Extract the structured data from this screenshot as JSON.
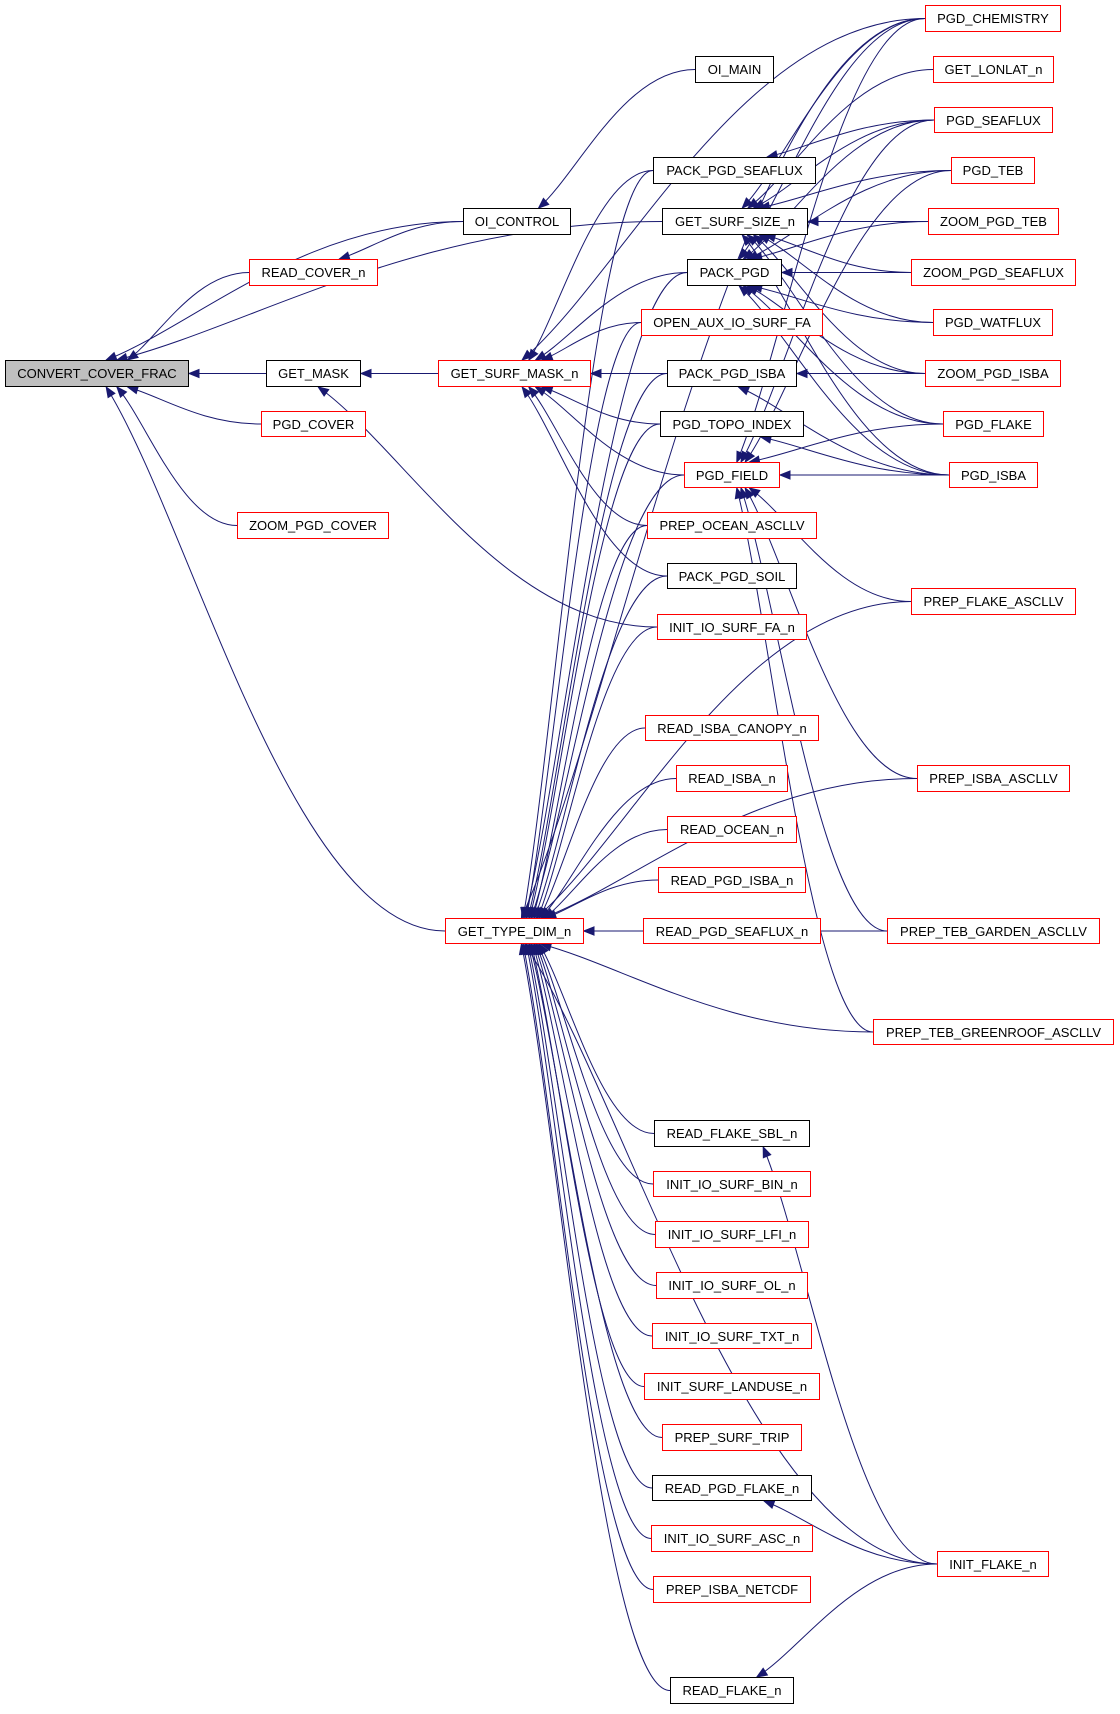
{
  "graph": {
    "title": "Caller graph of CONVERT_COVER_FRAC",
    "root": "convert_cover_frac",
    "colors": {
      "edge": "#191970",
      "root_fill": "#bfbfbf",
      "documented_border": "#000000",
      "undocumented_border": "#ff0000"
    },
    "nodes": {
      "convert_cover_frac": {
        "label": "CONVERT_COVER_FRAC",
        "border": "black"
      },
      "oi_main": {
        "label": "OI_MAIN",
        "border": "black"
      },
      "oi_control": {
        "label": "OI_CONTROL",
        "border": "black"
      },
      "read_cover_n": {
        "label": "READ_COVER_n",
        "border": "red"
      },
      "get_mask": {
        "label": "GET_MASK",
        "border": "black"
      },
      "pgd_cover": {
        "label": "PGD_COVER",
        "border": "red"
      },
      "zoom_pgd_cover": {
        "label": "ZOOM_PGD_COVER",
        "border": "red"
      },
      "get_surf_mask_n": {
        "label": "GET_SURF_MASK_n",
        "border": "red"
      },
      "get_type_dim_n": {
        "label": "GET_TYPE_DIM_n",
        "border": "red"
      },
      "pack_pgd_seaflux": {
        "label": "PACK_PGD_SEAFLUX",
        "border": "black"
      },
      "get_surf_size_n": {
        "label": "GET_SURF_SIZE_n",
        "border": "black"
      },
      "pack_pgd": {
        "label": "PACK_PGD",
        "border": "black"
      },
      "open_aux_io_surf_fa": {
        "label": "OPEN_AUX_IO_SURF_FA",
        "border": "red"
      },
      "pack_pgd_isba": {
        "label": "PACK_PGD_ISBA",
        "border": "black"
      },
      "pgd_topo_index": {
        "label": "PGD_TOPO_INDEX",
        "border": "black"
      },
      "pgd_field": {
        "label": "PGD_FIELD",
        "border": "red"
      },
      "prep_ocean_ascllv": {
        "label": "PREP_OCEAN_ASCLLV",
        "border": "red"
      },
      "pack_pgd_soil": {
        "label": "PACK_PGD_SOIL",
        "border": "black"
      },
      "init_io_surf_fa_n": {
        "label": "INIT_IO_SURF_FA_n",
        "border": "red"
      },
      "read_isba_canopy_n": {
        "label": "READ_ISBA_CANOPY_n",
        "border": "red"
      },
      "read_isba_n": {
        "label": "READ_ISBA_n",
        "border": "red"
      },
      "read_ocean_n": {
        "label": "READ_OCEAN_n",
        "border": "red"
      },
      "read_pgd_isba_n": {
        "label": "READ_PGD_ISBA_n",
        "border": "red"
      },
      "read_pgd_seaflux_n": {
        "label": "READ_PGD_SEAFLUX_n",
        "border": "red"
      },
      "read_flake_sbl_n": {
        "label": "READ_FLAKE_SBL_n",
        "border": "black"
      },
      "init_io_surf_bin_n": {
        "label": "INIT_IO_SURF_BIN_n",
        "border": "red"
      },
      "init_io_surf_lfi_n": {
        "label": "INIT_IO_SURF_LFI_n",
        "border": "red"
      },
      "init_io_surf_ol_n": {
        "label": "INIT_IO_SURF_OL_n",
        "border": "red"
      },
      "init_io_surf_txt_n": {
        "label": "INIT_IO_SURF_TXT_n",
        "border": "red"
      },
      "init_surf_landuse_n": {
        "label": "INIT_SURF_LANDUSE_n",
        "border": "red"
      },
      "prep_surf_trip": {
        "label": "PREP_SURF_TRIP",
        "border": "red"
      },
      "read_pgd_flake_n": {
        "label": "READ_PGD_FLAKE_n",
        "border": "black"
      },
      "init_io_surf_asc_n": {
        "label": "INIT_IO_SURF_ASC_n",
        "border": "red"
      },
      "prep_isba_netcdf": {
        "label": "PREP_ISBA_NETCDF",
        "border": "red"
      },
      "read_flake_n": {
        "label": "READ_FLAKE_n",
        "border": "black"
      },
      "pgd_chemistry": {
        "label": "PGD_CHEMISTRY",
        "border": "red"
      },
      "get_lonlat_n": {
        "label": "GET_LONLAT_n",
        "border": "red"
      },
      "pgd_seaflux": {
        "label": "PGD_SEAFLUX",
        "border": "red"
      },
      "pgd_teb": {
        "label": "PGD_TEB",
        "border": "red"
      },
      "zoom_pgd_teb": {
        "label": "ZOOM_PGD_TEB",
        "border": "red"
      },
      "zoom_pgd_seaflux": {
        "label": "ZOOM_PGD_SEAFLUX",
        "border": "red"
      },
      "pgd_watflux": {
        "label": "PGD_WATFLUX",
        "border": "red"
      },
      "zoom_pgd_isba": {
        "label": "ZOOM_PGD_ISBA",
        "border": "red"
      },
      "pgd_flake": {
        "label": "PGD_FLAKE",
        "border": "red"
      },
      "pgd_isba": {
        "label": "PGD_ISBA",
        "border": "red"
      },
      "prep_flake_ascllv": {
        "label": "PREP_FLAKE_ASCLLV",
        "border": "red"
      },
      "prep_isba_ascllv": {
        "label": "PREP_ISBA_ASCLLV",
        "border": "red"
      },
      "prep_teb_garden_ascllv": {
        "label": "PREP_TEB_GARDEN_ASCLLV",
        "border": "red"
      },
      "prep_teb_greenroof_ascllv": {
        "label": "PREP_TEB_GREENROOF_ASCLLV",
        "border": "red"
      },
      "init_flake_n": {
        "label": "INIT_FLAKE_n",
        "border": "red"
      }
    },
    "edges": [
      [
        "oi_control",
        "convert_cover_frac"
      ],
      [
        "read_cover_n",
        "convert_cover_frac"
      ],
      [
        "get_surf_size_n",
        "convert_cover_frac"
      ],
      [
        "get_mask",
        "convert_cover_frac"
      ],
      [
        "pgd_cover",
        "convert_cover_frac"
      ],
      [
        "zoom_pgd_cover",
        "convert_cover_frac"
      ],
      [
        "get_type_dim_n",
        "convert_cover_frac"
      ],
      [
        "oi_main",
        "oi_control"
      ],
      [
        "oi_control",
        "read_cover_n"
      ],
      [
        "get_surf_mask_n",
        "get_mask"
      ],
      [
        "init_io_surf_fa_n",
        "get_mask"
      ],
      [
        "pgd_chemistry",
        "get_surf_mask_n"
      ],
      [
        "pack_pgd_seaflux",
        "get_surf_mask_n"
      ],
      [
        "pack_pgd",
        "get_surf_mask_n"
      ],
      [
        "open_aux_io_surf_fa",
        "get_surf_mask_n"
      ],
      [
        "pack_pgd_isba",
        "get_surf_mask_n"
      ],
      [
        "pgd_topo_index",
        "get_surf_mask_n"
      ],
      [
        "pgd_field",
        "get_surf_mask_n"
      ],
      [
        "prep_ocean_ascllv",
        "get_surf_mask_n"
      ],
      [
        "pack_pgd_soil",
        "get_surf_mask_n"
      ],
      [
        "pgd_chemistry",
        "get_surf_size_n"
      ],
      [
        "get_lonlat_n",
        "get_surf_size_n"
      ],
      [
        "pgd_seaflux",
        "get_surf_size_n"
      ],
      [
        "pgd_teb",
        "get_surf_size_n"
      ],
      [
        "zoom_pgd_teb",
        "get_surf_size_n"
      ],
      [
        "zoom_pgd_seaflux",
        "get_surf_size_n"
      ],
      [
        "pgd_watflux",
        "get_surf_size_n"
      ],
      [
        "zoom_pgd_isba",
        "get_surf_size_n"
      ],
      [
        "pgd_flake",
        "get_surf_size_n"
      ],
      [
        "pgd_isba",
        "get_surf_size_n"
      ],
      [
        "pgd_seaflux",
        "pack_pgd_seaflux"
      ],
      [
        "pgd_chemistry",
        "pack_pgd"
      ],
      [
        "pgd_seaflux",
        "pack_pgd"
      ],
      [
        "pgd_teb",
        "pack_pgd"
      ],
      [
        "zoom_pgd_teb",
        "pack_pgd"
      ],
      [
        "zoom_pgd_seaflux",
        "pack_pgd"
      ],
      [
        "pgd_watflux",
        "pack_pgd"
      ],
      [
        "zoom_pgd_isba",
        "pack_pgd"
      ],
      [
        "pgd_flake",
        "pack_pgd"
      ],
      [
        "pgd_isba",
        "pack_pgd"
      ],
      [
        "zoom_pgd_isba",
        "pack_pgd_isba"
      ],
      [
        "pgd_isba",
        "pack_pgd_isba"
      ],
      [
        "pgd_isba",
        "pgd_topo_index"
      ],
      [
        "pgd_chemistry",
        "pgd_field"
      ],
      [
        "pgd_seaflux",
        "pgd_field"
      ],
      [
        "pgd_teb",
        "pgd_field"
      ],
      [
        "pgd_flake",
        "pgd_field"
      ],
      [
        "pgd_isba",
        "pgd_field"
      ],
      [
        "prep_flake_ascllv",
        "pgd_field"
      ],
      [
        "prep_isba_ascllv",
        "pgd_field"
      ],
      [
        "prep_teb_garden_ascllv",
        "pgd_field"
      ],
      [
        "prep_teb_greenroof_ascllv",
        "pgd_field"
      ],
      [
        "pgd_chemistry",
        "get_type_dim_n"
      ],
      [
        "pack_pgd_seaflux",
        "get_type_dim_n"
      ],
      [
        "pack_pgd",
        "get_type_dim_n"
      ],
      [
        "open_aux_io_surf_fa",
        "get_type_dim_n"
      ],
      [
        "pack_pgd_isba",
        "get_type_dim_n"
      ],
      [
        "pgd_topo_index",
        "get_type_dim_n"
      ],
      [
        "pgd_field",
        "get_type_dim_n"
      ],
      [
        "prep_ocean_ascllv",
        "get_type_dim_n"
      ],
      [
        "pack_pgd_soil",
        "get_type_dim_n"
      ],
      [
        "init_io_surf_fa_n",
        "get_type_dim_n"
      ],
      [
        "prep_flake_ascllv",
        "get_type_dim_n"
      ],
      [
        "read_isba_canopy_n",
        "get_type_dim_n"
      ],
      [
        "read_isba_n",
        "get_type_dim_n"
      ],
      [
        "read_ocean_n",
        "get_type_dim_n"
      ],
      [
        "read_pgd_isba_n",
        "get_type_dim_n"
      ],
      [
        "read_pgd_seaflux_n",
        "get_type_dim_n"
      ],
      [
        "prep_isba_ascllv",
        "get_type_dim_n"
      ],
      [
        "prep_teb_garden_ascllv",
        "get_type_dim_n"
      ],
      [
        "prep_teb_greenroof_ascllv",
        "get_type_dim_n"
      ],
      [
        "read_flake_sbl_n",
        "get_type_dim_n"
      ],
      [
        "init_io_surf_bin_n",
        "get_type_dim_n"
      ],
      [
        "init_io_surf_lfi_n",
        "get_type_dim_n"
      ],
      [
        "init_io_surf_ol_n",
        "get_type_dim_n"
      ],
      [
        "init_io_surf_txt_n",
        "get_type_dim_n"
      ],
      [
        "init_surf_landuse_n",
        "get_type_dim_n"
      ],
      [
        "prep_surf_trip",
        "get_type_dim_n"
      ],
      [
        "read_pgd_flake_n",
        "get_type_dim_n"
      ],
      [
        "init_io_surf_asc_n",
        "get_type_dim_n"
      ],
      [
        "prep_isba_netcdf",
        "get_type_dim_n"
      ],
      [
        "init_flake_n",
        "get_type_dim_n"
      ],
      [
        "read_flake_n",
        "get_type_dim_n"
      ],
      [
        "init_flake_n",
        "read_flake_sbl_n"
      ],
      [
        "init_flake_n",
        "read_pgd_flake_n"
      ],
      [
        "init_flake_n",
        "read_flake_n"
      ]
    ]
  }
}
